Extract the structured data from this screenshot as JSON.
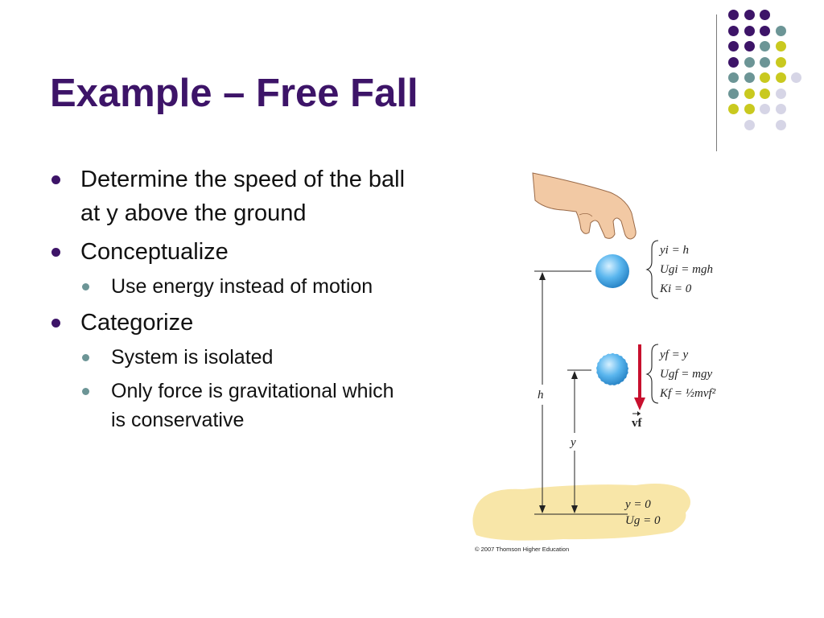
{
  "slide": {
    "title": "Example – Free Fall",
    "bullets": [
      {
        "text": "Determine the speed of the ball at y above the ground",
        "sub": []
      },
      {
        "text": "Conceptualize",
        "sub": [
          "Use energy instead of motion"
        ]
      },
      {
        "text": "Categorize",
        "sub": [
          "System is isolated",
          "Only force is gravitational which is conservative"
        ]
      }
    ]
  },
  "figure": {
    "initial_labels": [
      "yi = h",
      "Ugi = mgh",
      "Ki = 0"
    ],
    "final_labels": [
      "yf = y",
      "Ugf = mgy",
      "Kf = ½mvf²"
    ],
    "ground_labels": [
      "y = 0",
      "Ug = 0"
    ],
    "height_label": "h",
    "y_label": "y",
    "velocity_label": "vf",
    "copyright": "© 2007 Thomson Higher Education"
  },
  "colors": {
    "title": "#3d1468",
    "bullet": "#3d1468",
    "sub_bullet": "#6c9596",
    "ball": "#5ab6ee",
    "arrow": "#c8102e",
    "ground": "#f8e6a8",
    "dot_purple": "#3d1468",
    "dot_teal": "#6c9596",
    "dot_yellow": "#c9c91f",
    "dot_lavender": "#d6d5e6"
  }
}
